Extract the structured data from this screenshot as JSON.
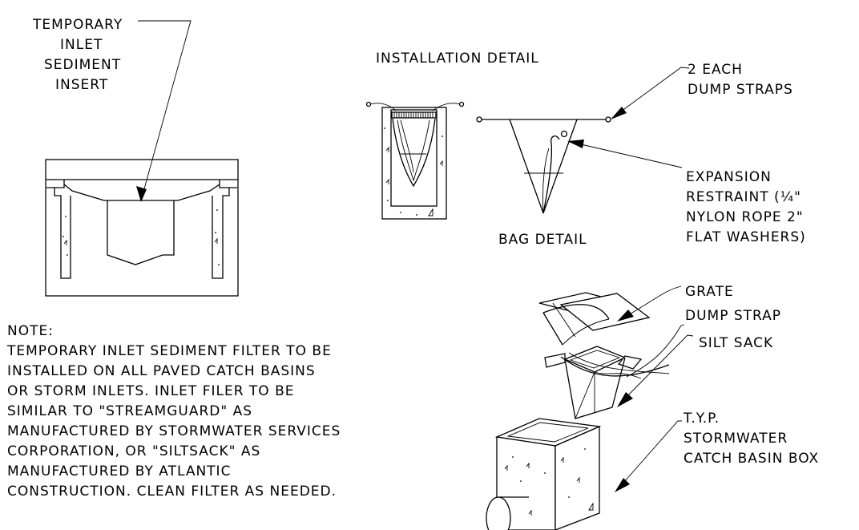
{
  "labels": {
    "insert_line1": "TEMPORARY",
    "insert_line2": "INLET",
    "insert_line3": "SEDIMENT",
    "insert_line4": "INSERT",
    "installation_detail": "INSTALLATION DETAIL",
    "dump_straps_line1": "2 EACH",
    "dump_straps_line2": "DUMP STRAPS",
    "expansion_line1": "EXPANSION",
    "expansion_line2": "RESTRAINT (¼\"",
    "expansion_line3": "NYLON ROPE 2\"",
    "expansion_line4": "FLAT WASHERS)",
    "bag_detail": "BAG DETAIL",
    "grate": "GRATE",
    "dump_strap": "DUMP STRAP",
    "silt_sack": "SILT SACK",
    "typ_line1": "T.Y.P.",
    "typ_line2": "STORMWATER",
    "typ_line3": "CATCH BASIN BOX"
  },
  "note": {
    "title": "NOTE:",
    "lines": [
      "TEMPORARY INLET SEDIMENT FILTER TO BE",
      "INSTALLED ON ALL PAVED CATCH BASINS",
      "OR STORM INLETS. INLET FILER TO BE",
      "SIMILAR TO \"STREAMGUARD\" AS",
      "MANUFACTURED BY STORMWATER SERVICES",
      "CORPORATION, OR \"SILTSACK\" AS",
      "MANUFACTURED BY ATLANTIC",
      "CONSTRUCTION. CLEAN FILTER AS NEEDED."
    ]
  }
}
